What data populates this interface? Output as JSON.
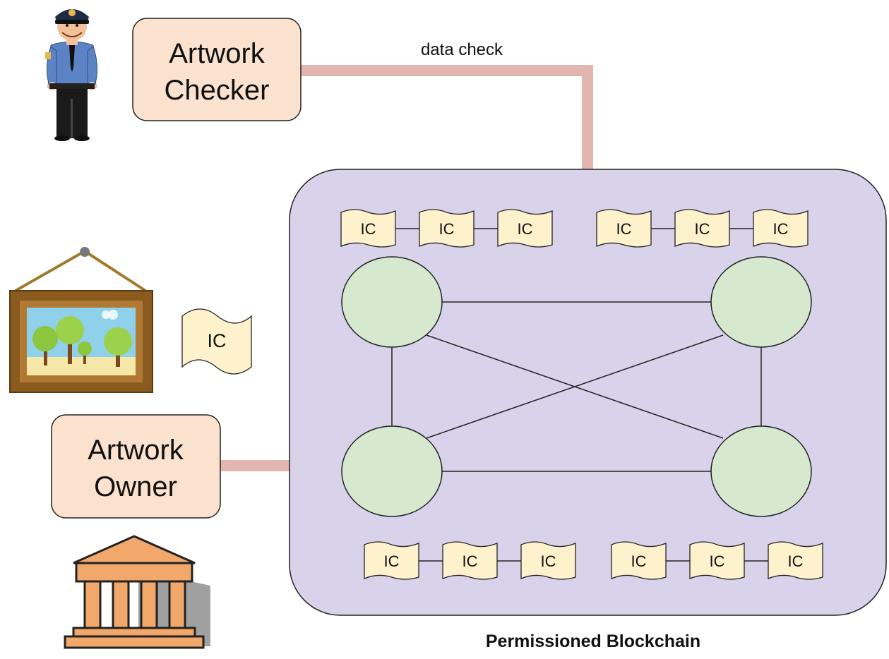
{
  "actors": {
    "checker": {
      "label_line1": "Artwork",
      "label_line2": "Checker",
      "icon": "police-officer-icon"
    },
    "owner": {
      "label_line1": "Artwork",
      "label_line2": "Owner",
      "icon": "museum-building-icon"
    }
  },
  "artwork": {
    "icon": "framed-painting-icon",
    "token_label": "IC"
  },
  "connections": {
    "checker_link_label": "data check"
  },
  "blockchain": {
    "caption": "Permissioned Blockchain",
    "chains": [
      {
        "labels": [
          "IC",
          "IC",
          "IC"
        ]
      },
      {
        "labels": [
          "IC",
          "IC",
          "IC"
        ]
      },
      {
        "labels": [
          "IC",
          "IC",
          "IC"
        ]
      },
      {
        "labels": [
          "IC",
          "IC",
          "IC"
        ]
      }
    ],
    "node_count": 4
  },
  "colors": {
    "actor_box_fill": "#fbe2cf",
    "link": "#e3b5b0",
    "blockchain_fill": "#d8d2ea",
    "node_fill": "#d6e9cf",
    "token_fill": "#fdf2cc"
  }
}
